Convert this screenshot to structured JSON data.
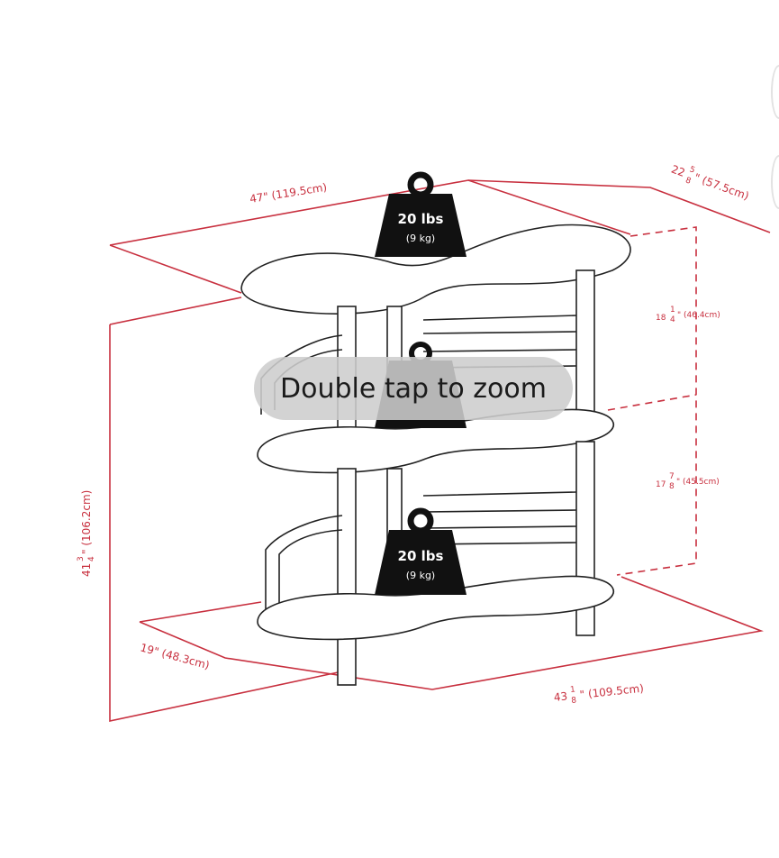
{
  "dimensions": {
    "top_width": "47\" (119.5cm)",
    "top_depth_whole": "22",
    "top_depth_num": "5",
    "top_depth_den": "8",
    "top_depth_rest": "\" (57.5cm)",
    "upper_gap_whole": "18",
    "upper_gap_num": "1",
    "upper_gap_den": "4",
    "upper_gap_rest": "\" (46.4cm)",
    "lower_gap_whole": "17",
    "lower_gap_num": "7",
    "lower_gap_den": "8",
    "lower_gap_rest": "\" (45.5cm)",
    "height_whole": "41",
    "height_num": "3",
    "height_den": "4",
    "height_rest": "\" (106.2cm)",
    "base_depth": "19\" (48.3cm)",
    "base_width_whole": "43",
    "base_width_num": "1",
    "base_width_den": "8",
    "base_width_rest": "\" (109.5cm)"
  },
  "weights": {
    "top": {
      "label": "20 lbs",
      "sub": "(9 kg)"
    },
    "bottom": {
      "label": "20 lbs",
      "sub": "(9 kg)"
    }
  },
  "overlay": {
    "hint": "Double tap to zoom"
  },
  "colors": {
    "dimension_line": "#c8303f",
    "weight_icon": "#111111"
  }
}
